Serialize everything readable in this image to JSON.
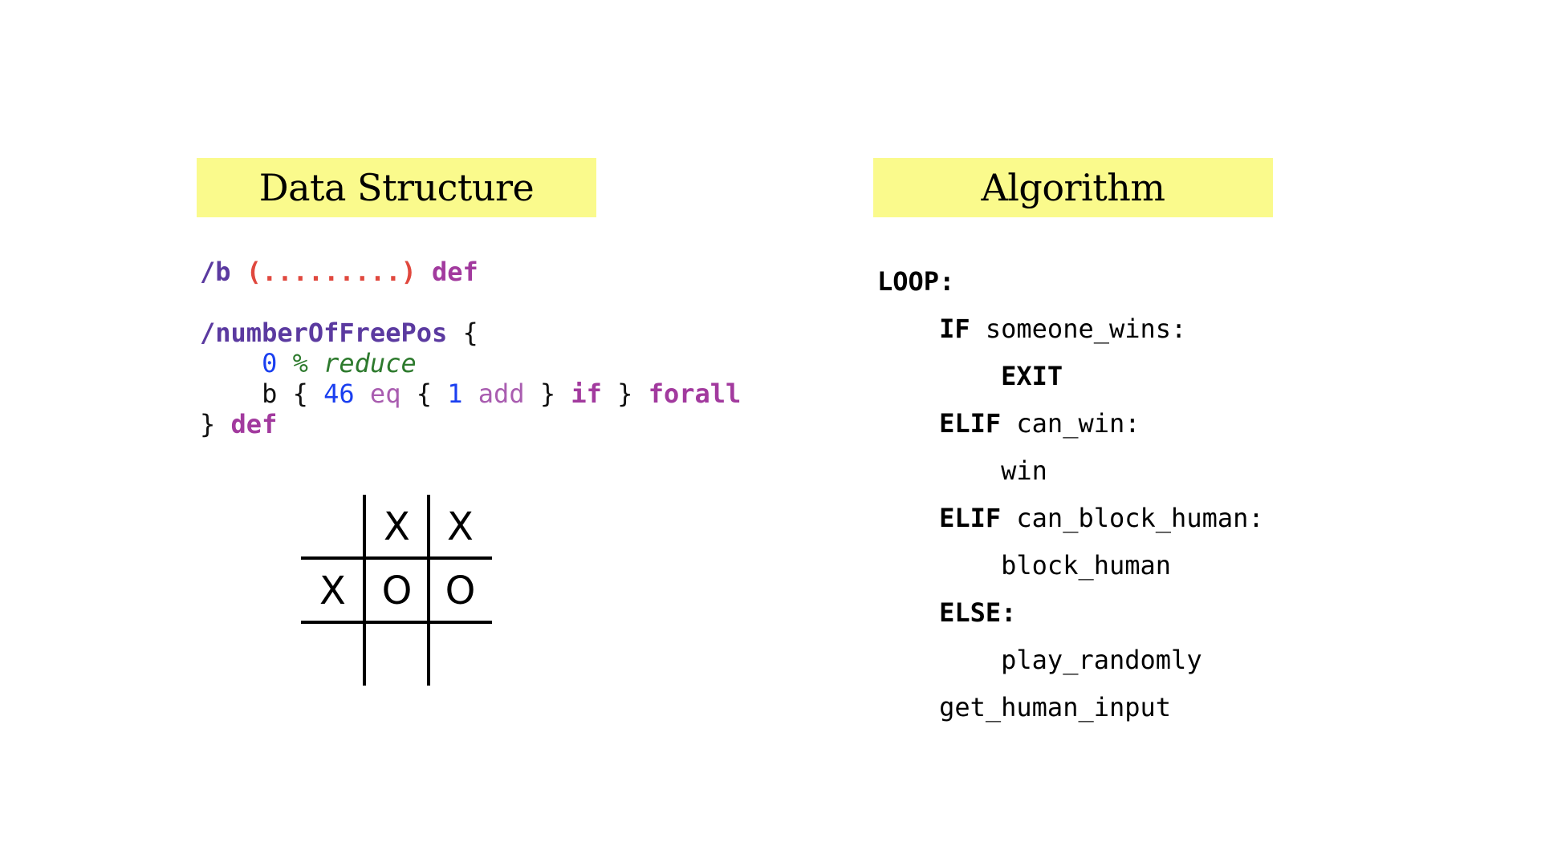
{
  "left_panel": {
    "heading": "Data Structure",
    "code": {
      "l1": {
        "name": "/b",
        "str": "(.........)",
        "kw": "def"
      },
      "l2": {
        "name": "/numberOfFreePos",
        "brace": "{"
      },
      "l3": {
        "indent": "    ",
        "num": "0",
        "comment": "% reduce"
      },
      "l4": {
        "indent": "    ",
        "b": "b",
        "open1": "{",
        "n46": "46",
        "eq": "eq",
        "open2": "{",
        "n1": "1",
        "add": "add",
        "close2": "}",
        "if": "if",
        "close1": "}",
        "forall": "forall"
      },
      "l5": {
        "brace": "}",
        "kw": "def"
      }
    },
    "board": {
      "cells": [
        "",
        "X",
        "X",
        "X",
        "O",
        "O",
        "",
        "",
        ""
      ]
    }
  },
  "right_panel": {
    "heading": "Algorithm",
    "lines": [
      {
        "indent": "",
        "kw": "LOOP:",
        "text": ""
      },
      {
        "indent": "    ",
        "kw": "IF",
        "text": " someone_wins:"
      },
      {
        "indent": "        ",
        "kw": "EXIT",
        "text": ""
      },
      {
        "indent": "    ",
        "kw": "ELIF",
        "text": " can_win:"
      },
      {
        "indent": "        ",
        "kw": "",
        "text": "win"
      },
      {
        "indent": "    ",
        "kw": "ELIF",
        "text": " can_block_human:"
      },
      {
        "indent": "        ",
        "kw": "",
        "text": "block_human"
      },
      {
        "indent": "    ",
        "kw": "ELSE:",
        "text": ""
      },
      {
        "indent": "        ",
        "kw": "",
        "text": "play_randomly"
      },
      {
        "indent": "    ",
        "kw": "",
        "text": "get_human_input"
      }
    ]
  },
  "colors": {
    "heading_bg": "#fafa8c",
    "ps_name": "#5b3aa0",
    "ps_string": "#e0483e",
    "ps_keyword": "#a23a9e",
    "ps_operator": "#a95db0",
    "ps_number": "#1a3ff0",
    "ps_comment": "#2d7a2d"
  }
}
